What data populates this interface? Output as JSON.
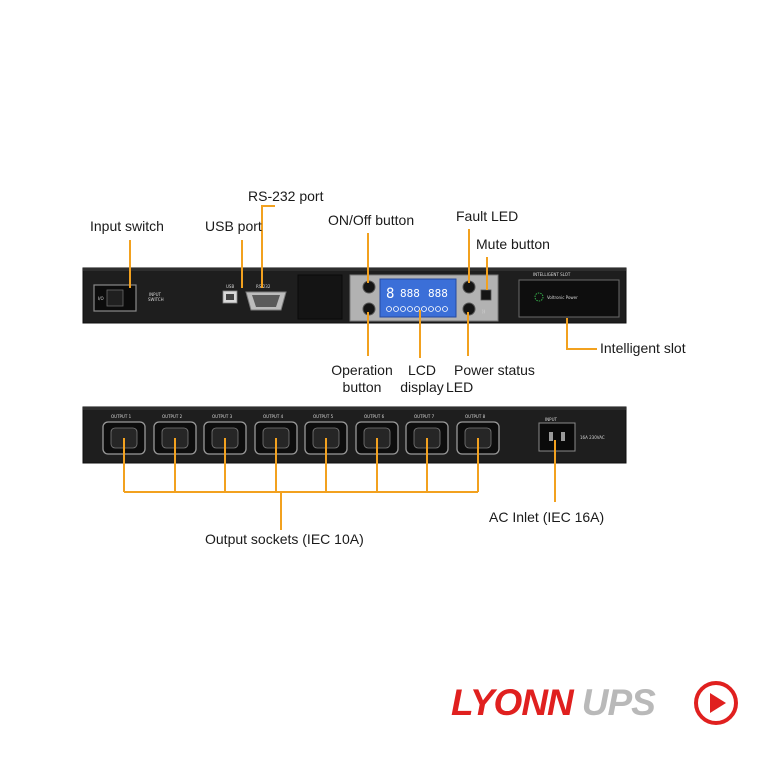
{
  "labels": {
    "input_switch": "Input switch",
    "usb_port": "USB port",
    "rs232_port": "RS-232 port",
    "onoff_button": "ON/Off button",
    "fault_led": "Fault LED",
    "mute_button": "Mute button",
    "intelligent_slot": "Intelligent slot",
    "operation_button": [
      "Operation",
      "button"
    ],
    "lcd_display": [
      "LCD",
      "display"
    ],
    "power_status": [
      "Power status",
      "LED"
    ],
    "output_sockets": "Output sockets (IEC 10A)",
    "ac_inlet": "AC Inlet (IEC 16A)"
  },
  "front_panel": {
    "switch_label": [
      "INPUT",
      "SWITCH"
    ],
    "usb_label": "USB",
    "rs232_label": "RS-232",
    "slot_title": "INTELLIGENT SLOT",
    "slot_card_text": "Voltronic Power",
    "lcd_digits": [
      "8",
      "888",
      "888"
    ]
  },
  "rear_panel": {
    "outputs": [
      "OUTPUT 1",
      "OUTPUT 2",
      "OUTPUT 3",
      "OUTPUT 4",
      "OUTPUT 5",
      "OUTPUT 6",
      "OUTPUT 7",
      "OUTPUT 8"
    ],
    "input_label": "INPUT",
    "input_rating": "16A 230VAC"
  },
  "logo": {
    "word1": "LYONN",
    "word2": "UPS"
  },
  "colors": {
    "leader": "#f2a11f",
    "panel": "#1e1e1e",
    "lcd": "#3b6fd8",
    "logo_red": "#e0201f",
    "logo_grey": "#b9b9b9"
  }
}
